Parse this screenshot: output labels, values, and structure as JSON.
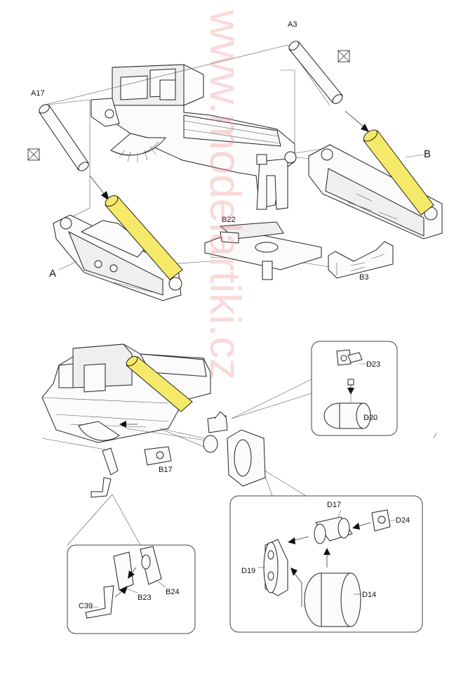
{
  "watermark": "www.modelartiki.cz",
  "labels": {
    "a3": "A3",
    "a17": "A17",
    "b": "B",
    "a": "A",
    "b22": "B22",
    "b3": "B3",
    "d23": "D23",
    "d20": "D20",
    "b17": "B17",
    "d17": "D17",
    "d24": "D24",
    "d19": "D19",
    "d14": "D14",
    "c39": "C39",
    "b23": "B23",
    "b24": "B24"
  },
  "icons": [
    "glue-not-required-icon",
    "glue-not-required-icon"
  ],
  "highlight_color": "#f5e96a",
  "watermark_color": "#f08a8a"
}
